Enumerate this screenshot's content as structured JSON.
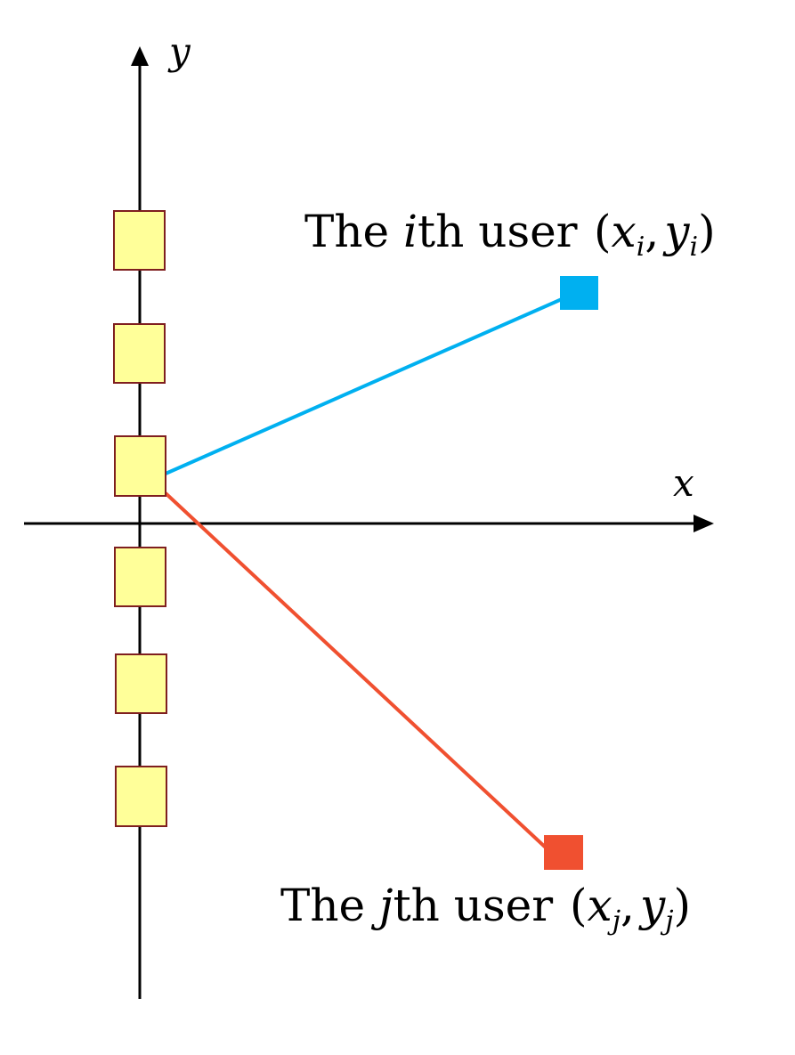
{
  "axes": {
    "x_label": "x",
    "y_label": "y",
    "axis_color": "#000000"
  },
  "antenna_array": {
    "element_count": 6,
    "element_fill": "#FFFF99",
    "element_stroke": "#7F1F1F"
  },
  "users": [
    {
      "id": "i",
      "label_prefix": "The ",
      "label_index": "i",
      "label_suffix": "th user",
      "coord_open": "(",
      "coord_x": "x",
      "coord_sub_x": "i",
      "coord_sep": ",",
      "coord_y": "y",
      "coord_sub_y": "i",
      "coord_close": ")",
      "color": "#00B0F0",
      "link_color": "#00B0F0"
    },
    {
      "id": "j",
      "label_prefix": "The ",
      "label_index": "j",
      "label_suffix": "th user",
      "coord_open": "(",
      "coord_x": "x",
      "coord_sub_x": "j",
      "coord_sep": ",",
      "coord_y": "y",
      "coord_sub_y": "j",
      "coord_close": ")",
      "color": "#F05030",
      "link_color": "#F05030"
    }
  ]
}
